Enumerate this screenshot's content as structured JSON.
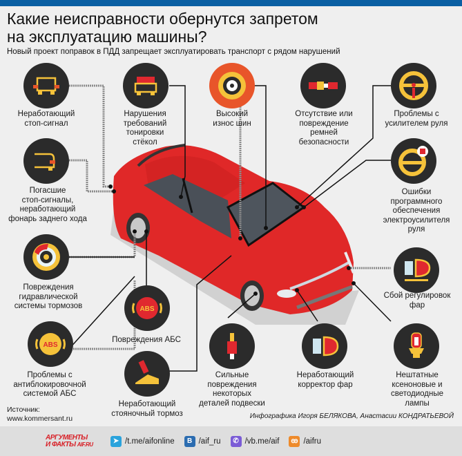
{
  "header": {
    "title_line1": "Какие неисправности обернутся запретом",
    "title_line2": "на эксплуатацию машины?",
    "subtitle": "Новый проект поправок в ПДД запрещает эксплуатировать транспорт с рядом нарушений",
    "accent_color": "#0a5fa3"
  },
  "items": [
    {
      "id": "brake-light",
      "icon": "car-front-icon",
      "lines": [
        "Неработающий",
        "стоп-сигнал"
      ]
    },
    {
      "id": "tint",
      "icon": "car-tinted-window-icon",
      "lines": [
        "Нарушения",
        "требований",
        "тонировки",
        "стёкол"
      ]
    },
    {
      "id": "tires",
      "icon": "tire-icon",
      "lines": [
        "Высокий",
        "износ шин"
      ]
    },
    {
      "id": "seatbelt",
      "icon": "seatbelt-icon",
      "lines": [
        "Отсутствие или",
        "повреждение",
        "ремней",
        "безопасности"
      ]
    },
    {
      "id": "power-steering",
      "icon": "steering-wheel-icon",
      "lines": [
        "Проблемы с",
        "усилителем руля"
      ]
    },
    {
      "id": "eps-software",
      "icon": "steering-wheel-error-icon",
      "lines": [
        "Ошибки",
        "программного",
        "обеспечения",
        "электроусилителя",
        "руля"
      ]
    },
    {
      "id": "rear-lights",
      "icon": "car-rear-light-icon",
      "lines": [
        "Погасшие",
        "стоп-сигналы,",
        "неработающий",
        "фонарь заднего хода"
      ]
    },
    {
      "id": "hydraulics",
      "icon": "brake-disc-icon",
      "lines": [
        "Повреждения",
        "гидравлической",
        "системы тормозов"
      ]
    },
    {
      "id": "abs-damage",
      "icon": "abs-red-icon",
      "lines": [
        "Повреждения АБС"
      ]
    },
    {
      "id": "abs-problems",
      "icon": "abs-yellow-icon",
      "lines": [
        "Проблемы с",
        "антиблокировочной",
        "системой АБС"
      ]
    },
    {
      "id": "parking-brake",
      "icon": "parking-brake-icon",
      "lines": [
        "Неработающий",
        "стояночный тормоз"
      ]
    },
    {
      "id": "suspension",
      "icon": "shock-absorber-icon",
      "lines": [
        "Сильные",
        "повреждения",
        "некоторых",
        "деталей подвески"
      ]
    },
    {
      "id": "headlight-corrector",
      "icon": "headlight-level-icon",
      "lines": [
        "Неработающий",
        "корректор фар"
      ]
    },
    {
      "id": "headlight-adjust",
      "icon": "headlight-adjust-icon",
      "lines": [
        "Сбой регулировок",
        "фар"
      ]
    },
    {
      "id": "xenon",
      "icon": "xenon-bulb-icon",
      "lines": [
        "Нештатные",
        "ксеноновые и",
        "светодиодные",
        "лампы"
      ]
    }
  ],
  "source": {
    "label": "Источник:",
    "url": "www.kommersant.ru"
  },
  "credit": "Инфографика Игоря БЕЛЯКОВА, Анастасии КОНДРАТЬЕВОЙ",
  "footer": {
    "logo_line1": "АРГУМЕНТЫ",
    "logo_line2": "И ФАКТЫ",
    "logo_domain": "AIF.RU",
    "links": [
      {
        "icon": "telegram-icon",
        "label": "/t.me/aifonline",
        "color": "#2aa3dc"
      },
      {
        "icon": "vk-icon",
        "label": "/aif_ru",
        "color": "#2b6cb0"
      },
      {
        "icon": "viber-icon",
        "label": "/vb.me/aif",
        "color": "#7b5cd6"
      },
      {
        "icon": "odnoklassniki-icon",
        "label": "/aifru",
        "color": "#ee8a2a"
      }
    ]
  }
}
